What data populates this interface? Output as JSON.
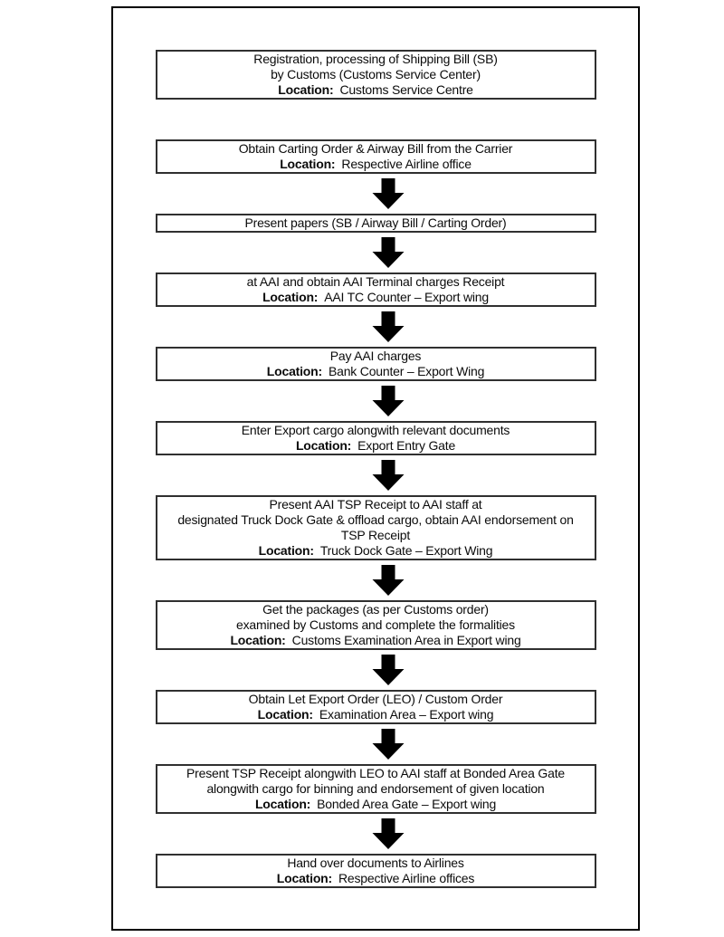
{
  "page": {
    "background_color": "#ffffff",
    "frame_border_color": "#000000",
    "box_border_color": "#303030",
    "text_color": "#0b0b0b",
    "arrow_color": "#000000"
  },
  "flowchart": {
    "location_label": "Location:",
    "steps": [
      {
        "id": "registration-shipping-bill",
        "arrow_before": false,
        "lines": [
          "Registration, processing of Shipping Bill (SB)",
          "by Customs (Customs Service Center)"
        ],
        "location": "Customs Service Centre"
      },
      {
        "id": "obtain-carting-order-airway-bill",
        "arrow_before": false,
        "lines": [
          "Obtain Carting Order & Airway Bill from the Carrier"
        ],
        "location": "Respective Airline office"
      },
      {
        "id": "present-papers",
        "arrow_before": true,
        "lines": [
          "Present papers (SB / Airway Bill / Carting Order)"
        ],
        "location": null
      },
      {
        "id": "obtain-aai-terminal-charges-receipt",
        "arrow_before": true,
        "lines": [
          "at AAI and obtain AAI Terminal charges Receipt"
        ],
        "location": "AAI TC Counter – Export wing"
      },
      {
        "id": "pay-aai-charges",
        "arrow_before": true,
        "lines": [
          "Pay AAI charges"
        ],
        "location": "Bank Counter – Export Wing"
      },
      {
        "id": "enter-export-cargo",
        "arrow_before": true,
        "lines": [
          "Enter Export cargo alongwith relevant documents"
        ],
        "location": "Export Entry Gate"
      },
      {
        "id": "present-tsp-receipt-truck-dock",
        "arrow_before": true,
        "lines": [
          "Present AAI TSP Receipt to AAI staff at",
          "designated Truck Dock Gate & offload cargo, obtain AAI endorsement on",
          "TSP Receipt"
        ],
        "location": "Truck Dock Gate – Export Wing"
      },
      {
        "id": "customs-examination-packages",
        "arrow_before": true,
        "lines": [
          "Get the packages (as per Customs order)",
          "examined by Customs and complete the formalities"
        ],
        "location": "Customs Examination Area in Export wing"
      },
      {
        "id": "obtain-let-export-order",
        "arrow_before": true,
        "lines": [
          "Obtain Let Export Order (LEO) / Custom Order"
        ],
        "location": "Examination Area – Export wing"
      },
      {
        "id": "present-tsp-receipt-bonded-area",
        "arrow_before": true,
        "lines": [
          "Present TSP Receipt alongwith LEO to AAI staff at Bonded Area Gate",
          "alongwith cargo for binning and endorsement of given location"
        ],
        "location": "Bonded Area Gate – Export wing"
      },
      {
        "id": "hand-over-documents-airlines",
        "arrow_before": true,
        "lines": [
          "Hand over documents to Airlines"
        ],
        "location": "Respective Airline offices"
      }
    ]
  }
}
